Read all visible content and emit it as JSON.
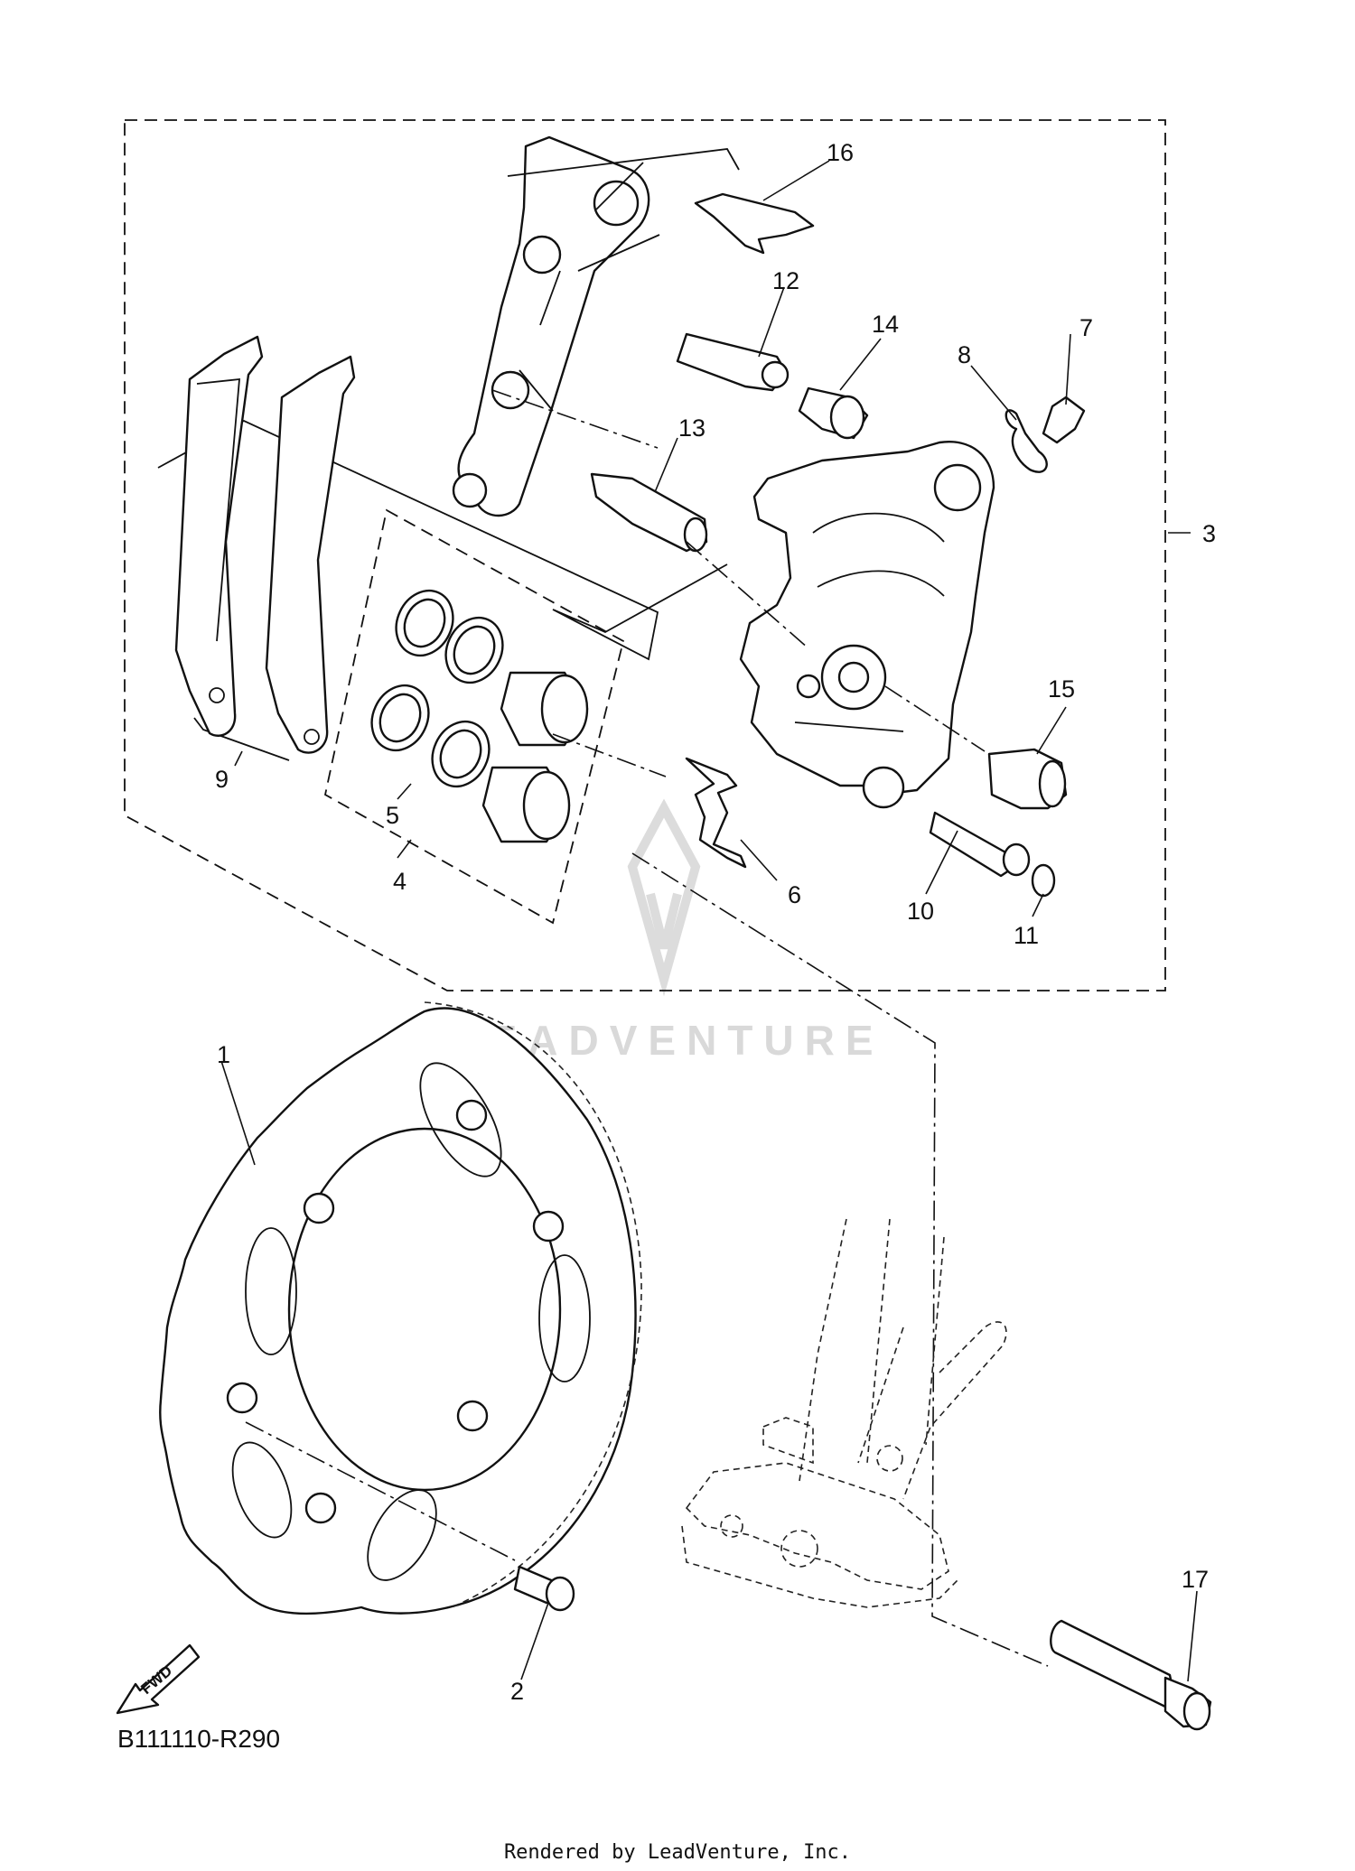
{
  "diagram_code": "B111110-R290",
  "footer": "Rendered by LeadVenture, Inc.",
  "watermark": "LEADVENTURE",
  "fwd_label": "FWD",
  "callouts": [
    "1",
    "2",
    "3",
    "4",
    "5",
    "6",
    "7",
    "8",
    "9",
    "10",
    "11",
    "12",
    "13",
    "14",
    "15",
    "16",
    "17"
  ]
}
